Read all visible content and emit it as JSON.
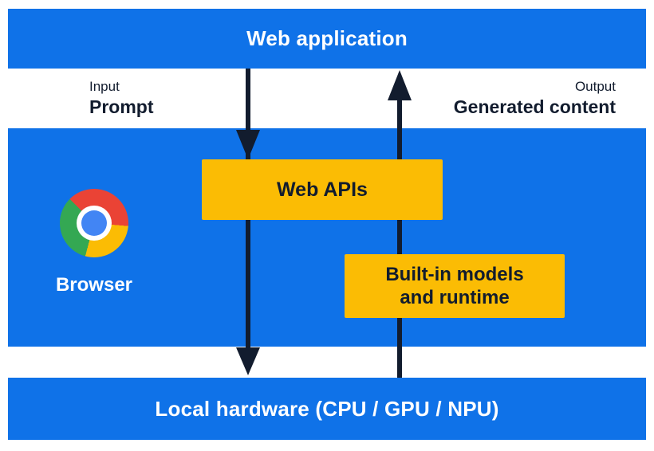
{
  "palette": {
    "background": "#FFFFFF",
    "section_blue": "#0F72E8",
    "box_yellow": "#FBBC04",
    "ink_navy": "#121C2E",
    "label_white": "#FFFFFF",
    "chrome_red": "#EA4335",
    "chrome_yellow": "#FBBC04",
    "chrome_green": "#34A853",
    "chrome_center_blue": "#4285F4"
  },
  "top_bar": {
    "label": "Web application"
  },
  "flow_labels": {
    "input_caption": "Input",
    "input_value": "Prompt",
    "output_caption": "Output",
    "output_value": "Generated content"
  },
  "browser_section": {
    "label": "Browser",
    "web_apis_box": {
      "label": "Web APIs"
    },
    "builtin_box": {
      "line1": "Built-in models",
      "line2": "and runtime"
    }
  },
  "bottom_bar": {
    "label": "Local hardware (CPU / GPU / NPU)"
  },
  "icons": {
    "chrome": "chrome-browser-logo",
    "down_arrow": "downward-flow-arrow",
    "up_arrow": "upward-flow-arrow"
  }
}
